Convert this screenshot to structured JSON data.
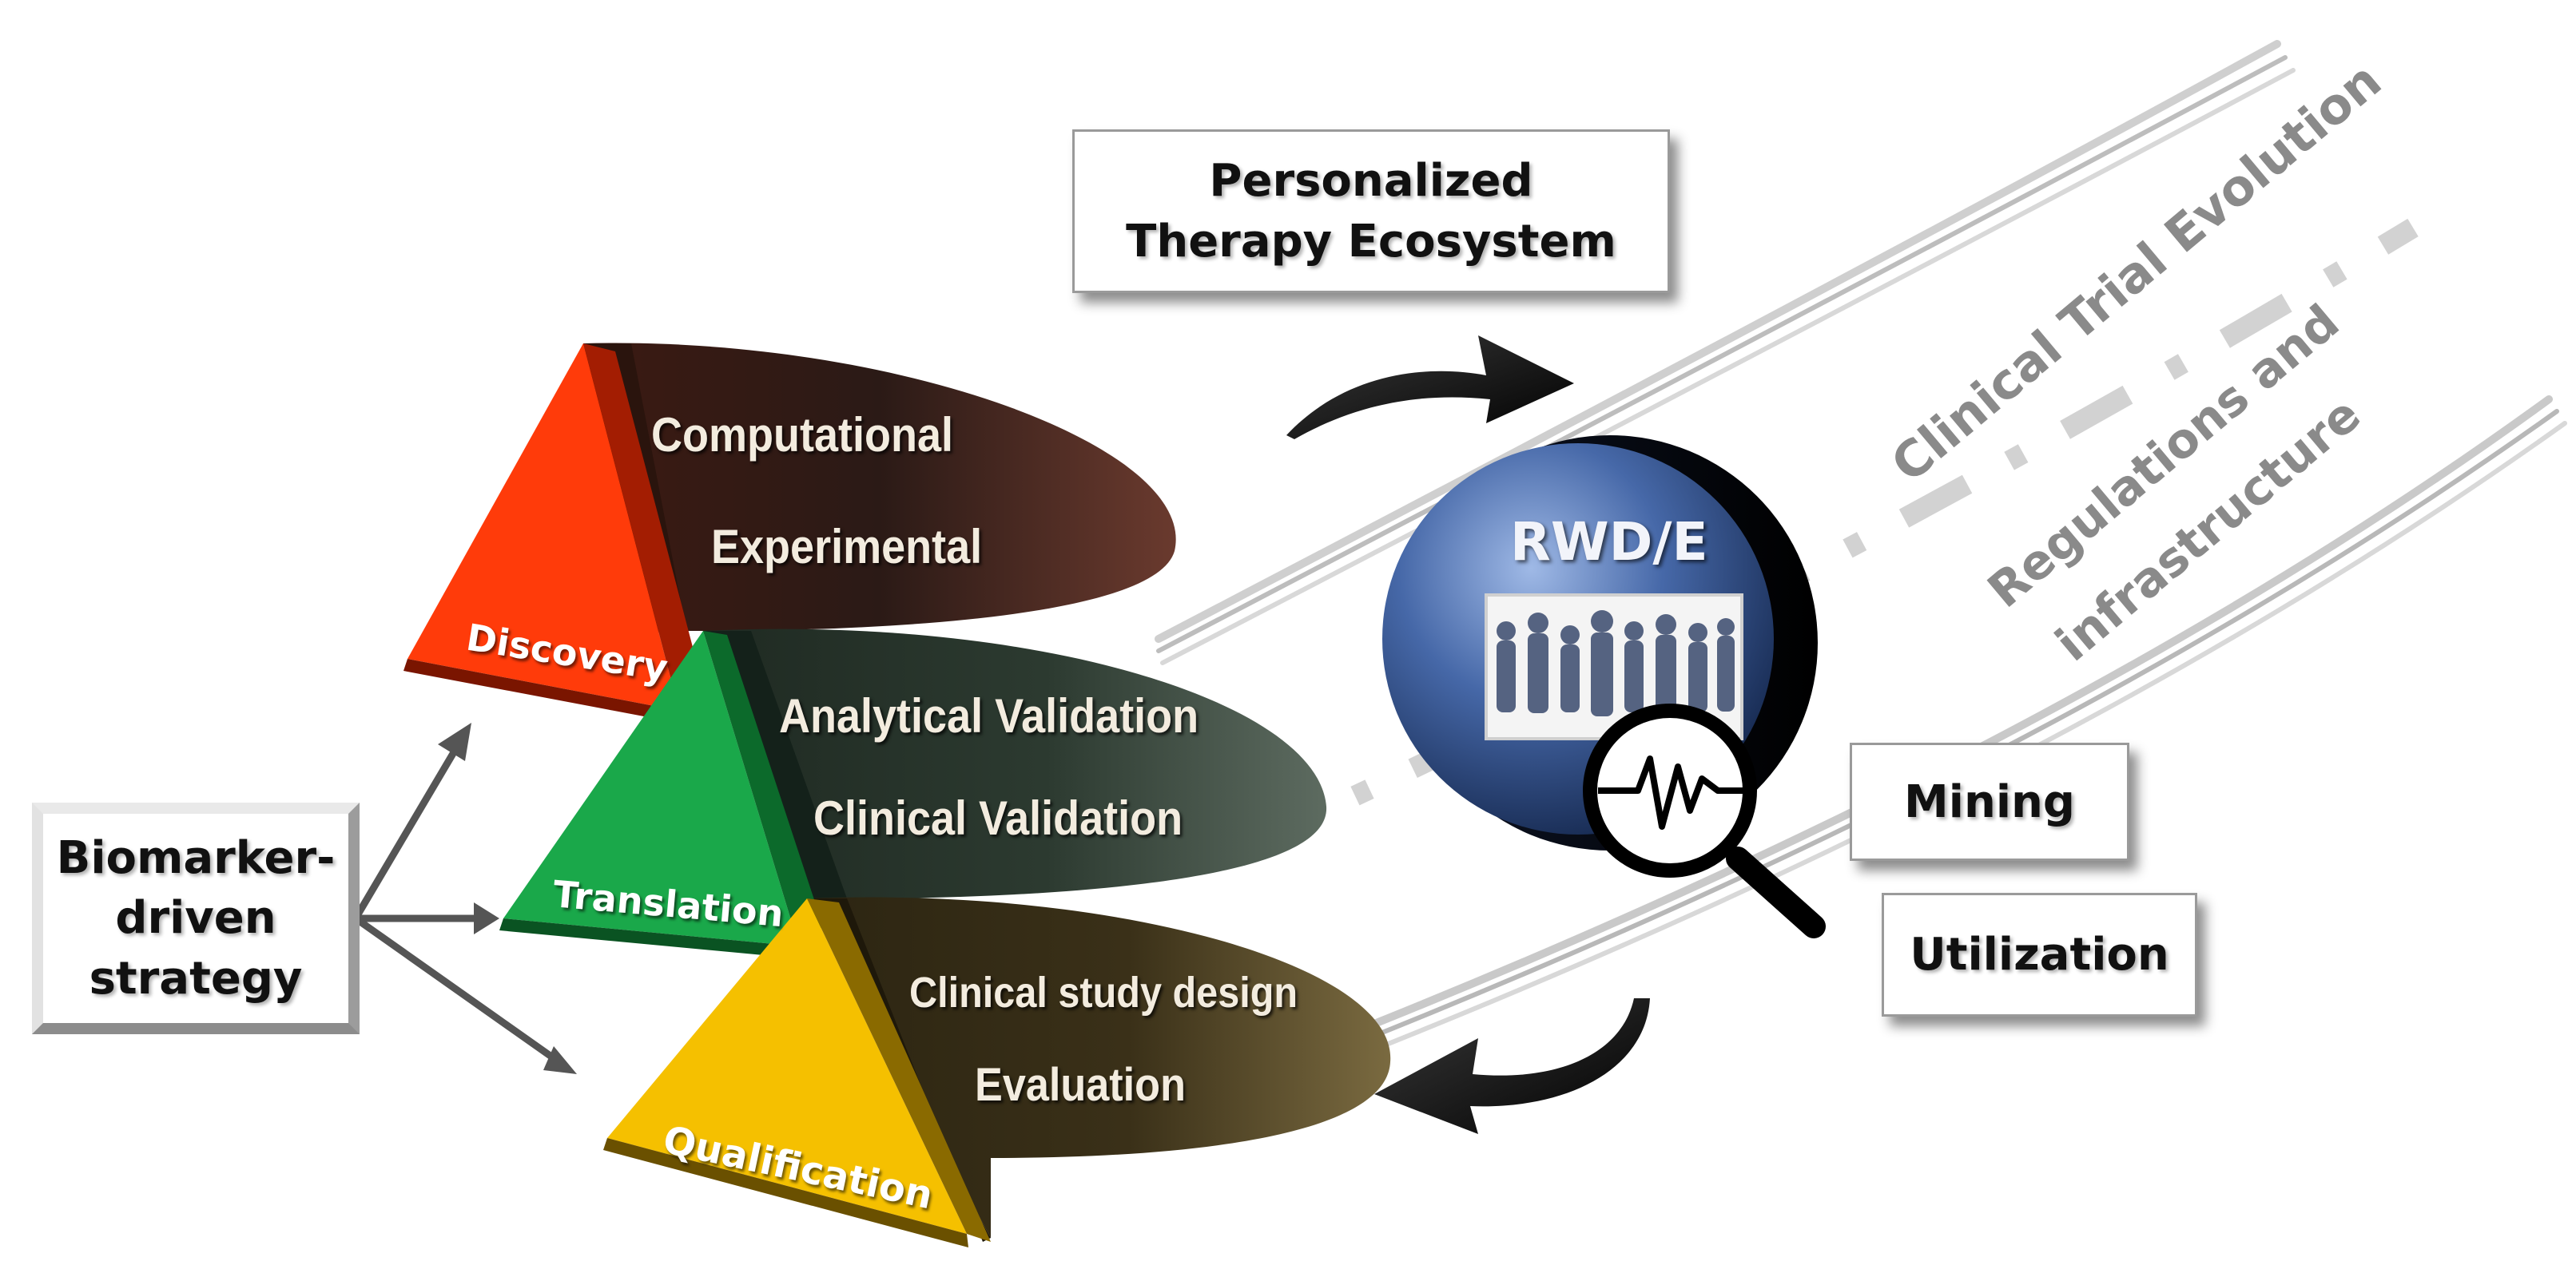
{
  "ecosystem_label": "Personalized Therapy Ecosystem",
  "strategy_label": "Biomarker-driven strategy",
  "stages": [
    {
      "name": "Discovery",
      "items": [
        "Computational",
        "Experimental"
      ],
      "color": "#ff3b0a"
    },
    {
      "name": "Translation",
      "items": [
        "Analytical Validation",
        "Clinical Validation"
      ],
      "color": "#1aa84a"
    },
    {
      "name": "Qualification",
      "items": [
        "Clinical study design",
        "Evaluation"
      ],
      "color": "#f5c000"
    }
  ],
  "rwde_label": "RWD/E",
  "mining_label": "Mining",
  "utilization_label": "Utilization",
  "clinical_trial_label": "Clinical Trial Evolution",
  "regulations_line1": "Regulations and",
  "regulations_line2": "infrastructure",
  "icons": [
    "crowd-icon",
    "magnifier-icon",
    "waveform-icon",
    "curved-arrow-icon"
  ]
}
